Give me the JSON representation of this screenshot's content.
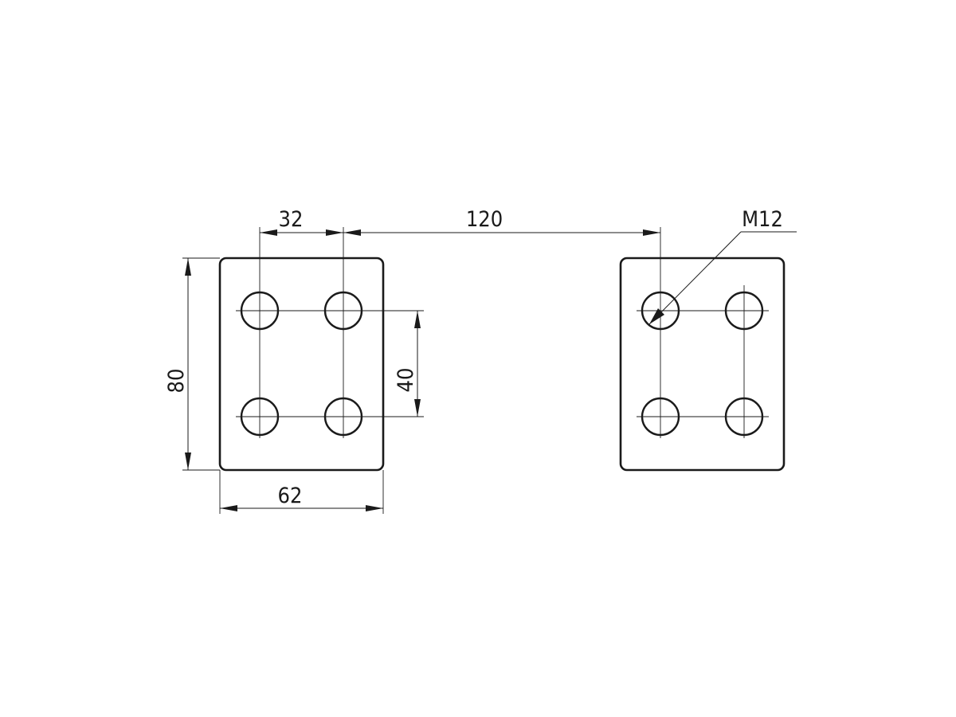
{
  "drawing": {
    "dimensions": {
      "hole_spacing_x": "32",
      "plate_spacing": "120",
      "thread_callout": "M12",
      "plate_height": "80",
      "hole_spacing_y": "40",
      "plate_width": "62"
    }
  }
}
